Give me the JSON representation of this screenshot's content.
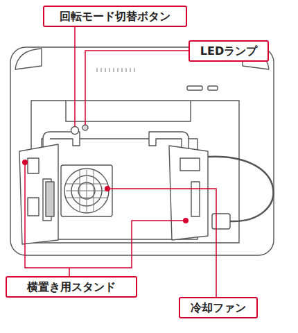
{
  "diagram": {
    "nodes": [
      {
        "text": [
          "回転モード切替ボタン"
        ]
      },
      {
        "text": [
          "LEDランプ"
        ]
      },
      {
        "text": [
          "横置き用スタンド"
        ]
      },
      {
        "text": [
          "冷却ファン"
        ]
      }
    ]
  }
}
